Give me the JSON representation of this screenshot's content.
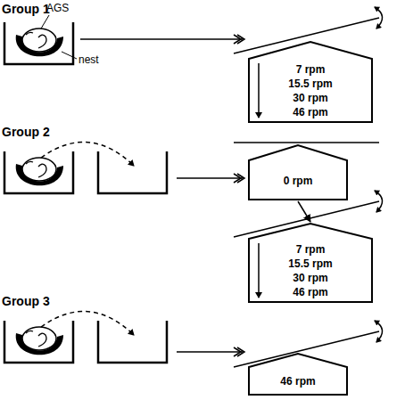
{
  "diagram": {
    "nodes": [
      {
        "text": [
          "7 rpm",
          "15.5 rpm",
          "30 rpm",
          "46 rpm"
        ]
      },
      {
        "text": [
          "0 rpm"
        ]
      },
      {
        "text": [
          "7 rpm",
          "15.5 rpm",
          "30 rpm",
          "46 rpm"
        ]
      },
      {
        "text": [
          "46 rpm"
        ]
      }
    ],
    "edges": [
      {
        "from": 1,
        "to": 2,
        "arrow": "to"
      }
    ],
    "labels": [
      "Group 1",
      "AGS",
      "nest",
      "Group 2",
      "Group 3"
    ]
  }
}
